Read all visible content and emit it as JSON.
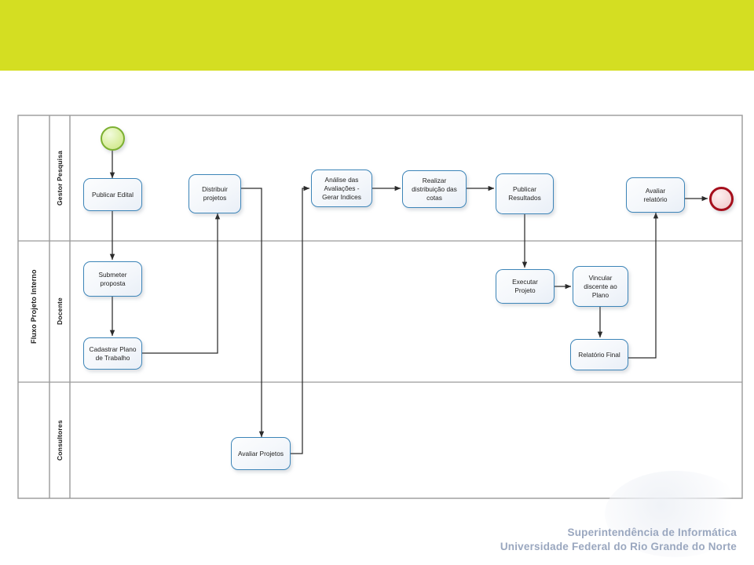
{
  "banner": {
    "color": "#d4de22"
  },
  "footer": {
    "line1": "Superintendência de Informática",
    "line2": "Universidade Federal do Rio Grande do Norte",
    "color": "#9aa7bf"
  },
  "diagram": {
    "pool_label": "Fluxo Projeto Interno",
    "lanes": [
      {
        "label": "Gestor Pesquisa"
      },
      {
        "label": "Docente"
      },
      {
        "label": "Consultores"
      }
    ],
    "events": [
      {
        "name": "start-event",
        "type": "start",
        "color": "#7cb032"
      },
      {
        "name": "end-event",
        "type": "end",
        "color": "#a50f1c"
      }
    ],
    "tasks": [
      {
        "id": "publicar-edital",
        "label": "Publicar Edital",
        "lane": "Gestor Pesquisa"
      },
      {
        "id": "distribuir-projetos",
        "label": "Distribuir\nprojetos",
        "lane": "Gestor Pesquisa"
      },
      {
        "id": "analise-avaliacoes",
        "label": "Análise das\nAvaliações -\nGerar Indices",
        "lane": "Gestor Pesquisa"
      },
      {
        "id": "realizar-distribuicao",
        "label": "Realizar\ndistribuição das\ncotas",
        "lane": "Gestor Pesquisa"
      },
      {
        "id": "publicar-resultados",
        "label": "Publicar\nResultados",
        "lane": "Gestor Pesquisa"
      },
      {
        "id": "avaliar-relatorio",
        "label": "Avaliar\nrelatório",
        "lane": "Gestor Pesquisa"
      },
      {
        "id": "submeter-proposta",
        "label": "Submeter\nproposta",
        "lane": "Docente"
      },
      {
        "id": "cadastrar-plano",
        "label": "Cadastrar Plano\nde Trabalho",
        "lane": "Docente"
      },
      {
        "id": "executar-projeto",
        "label": "Executar\nProjeto",
        "lane": "Docente"
      },
      {
        "id": "vincular-discente",
        "label": "Vincular\ndiscente ao\nPlano",
        "lane": "Docente"
      },
      {
        "id": "relatorio-final",
        "label": "Relatório Final",
        "lane": "Docente"
      },
      {
        "id": "avaliar-projetos",
        "label": "Avaliar Projetos",
        "lane": "Consultores"
      }
    ],
    "flows": [
      {
        "from": "start-event",
        "to": "publicar-edital"
      },
      {
        "from": "publicar-edital",
        "to": "submeter-proposta"
      },
      {
        "from": "submeter-proposta",
        "to": "cadastrar-plano"
      },
      {
        "from": "cadastrar-plano",
        "to": "distribuir-projetos"
      },
      {
        "from": "distribuir-projetos",
        "to": "avaliar-projetos"
      },
      {
        "from": "avaliar-projetos",
        "to": "analise-avaliacoes"
      },
      {
        "from": "analise-avaliacoes",
        "to": "realizar-distribuicao"
      },
      {
        "from": "realizar-distribuicao",
        "to": "publicar-resultados"
      },
      {
        "from": "publicar-resultados",
        "to": "executar-projeto"
      },
      {
        "from": "executar-projeto",
        "to": "vincular-discente"
      },
      {
        "from": "vincular-discente",
        "to": "relatorio-final"
      },
      {
        "from": "relatorio-final",
        "to": "avaliar-relatorio"
      },
      {
        "from": "avaliar-relatorio",
        "to": "end-event"
      }
    ]
  }
}
